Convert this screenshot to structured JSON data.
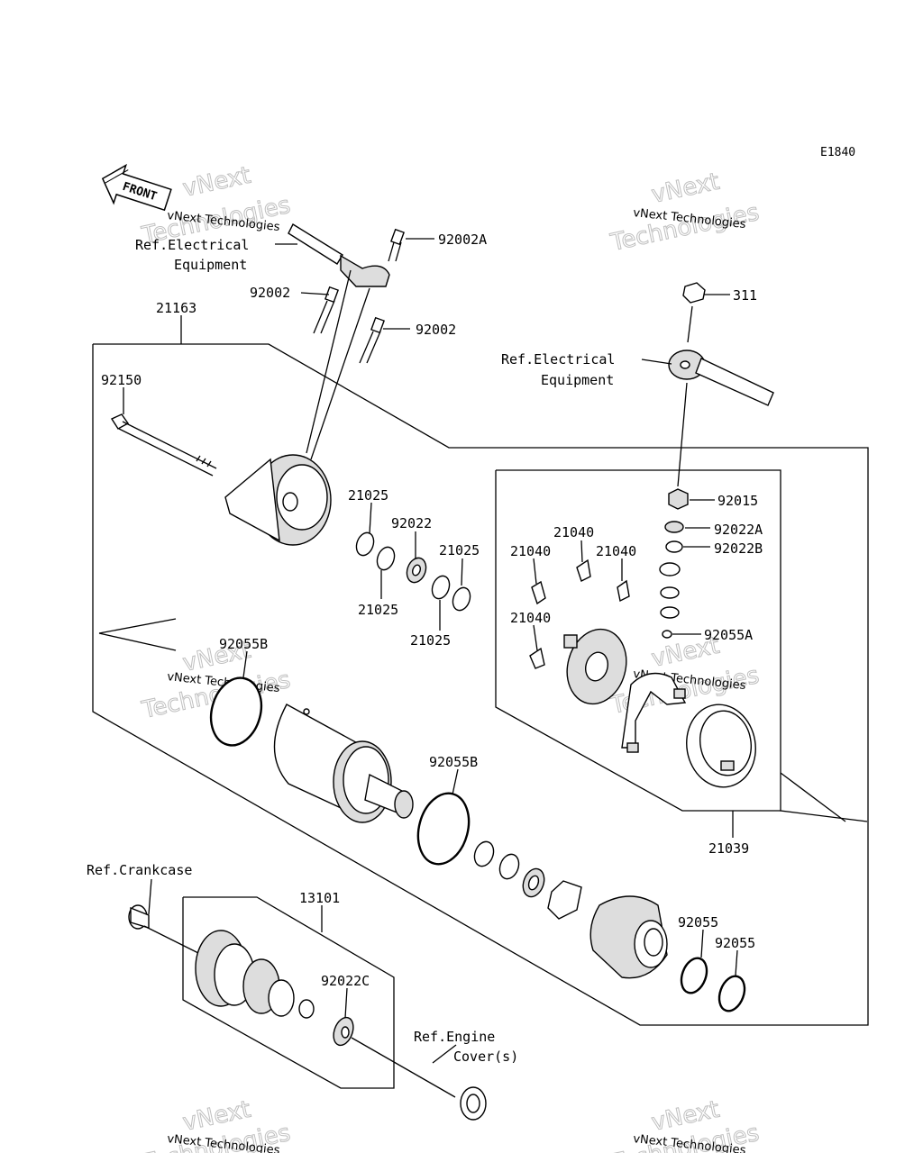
{
  "diagram_code": "E1840",
  "front_label": "FRONT",
  "watermark": {
    "line1": "vNext Technologies",
    "line2a": "vNext",
    "line2b": "Technologies"
  },
  "refs": {
    "electrical_1a": "Ref.Electrical",
    "electrical_1b": "Equipment",
    "electrical_2a": "Ref.Electrical",
    "electrical_2b": "Equipment",
    "crankcase": "Ref.Crankcase",
    "engine_cover_a": "Ref.Engine",
    "engine_cover_b": "Cover(s)"
  },
  "parts": {
    "p92002A": "92002A",
    "p92002_a": "92002",
    "p92002_b": "92002",
    "p21163": "21163",
    "p92150": "92150",
    "p311": "311",
    "p92015": "92015",
    "p92022A": "92022A",
    "p92022B": "92022B",
    "p92055A": "92055A",
    "p21025_a": "21025",
    "p92022": "92022",
    "p21025_b": "21025",
    "p21025_c": "21025",
    "p21025_d": "21025",
    "p21040_a": "21040",
    "p21040_b": "21040",
    "p21040_c": "21040",
    "p21040_d": "21040",
    "p92055B_a": "92055B",
    "p92055B_b": "92055B",
    "p21039": "21039",
    "p13101": "13101",
    "p92022C": "92022C",
    "p92055_a": "92055",
    "p92055_b": "92055"
  }
}
